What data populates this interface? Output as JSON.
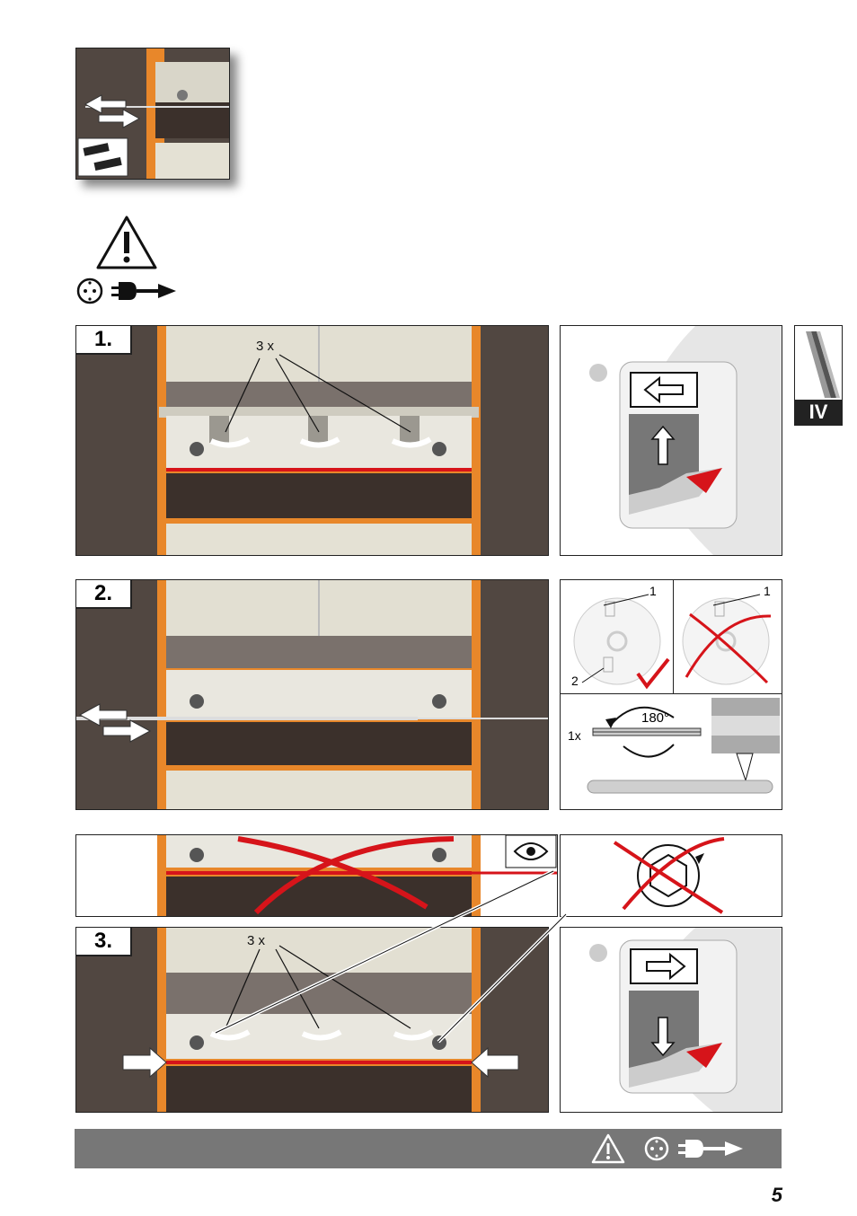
{
  "step_labels": {
    "step1": "1.",
    "step2": "2.",
    "step3": "3."
  },
  "annotations": {
    "step1_count": "3 x",
    "step3_count": "3 x",
    "rotate_angle": "180°",
    "blade_count": "1x",
    "callout_1a": "1",
    "callout_1b": "1",
    "callout_2": "2"
  },
  "section_tab": "IV",
  "page_number": "5",
  "colors": {
    "machine_dark": "#514741",
    "orange": "#e8872a",
    "red": "#d6141a",
    "footer": "#777777"
  },
  "icons": [
    "warning-triangle-icon",
    "power-socket-icon",
    "unplug-icon",
    "eye-icon",
    "hex-bolt-icon"
  ]
}
